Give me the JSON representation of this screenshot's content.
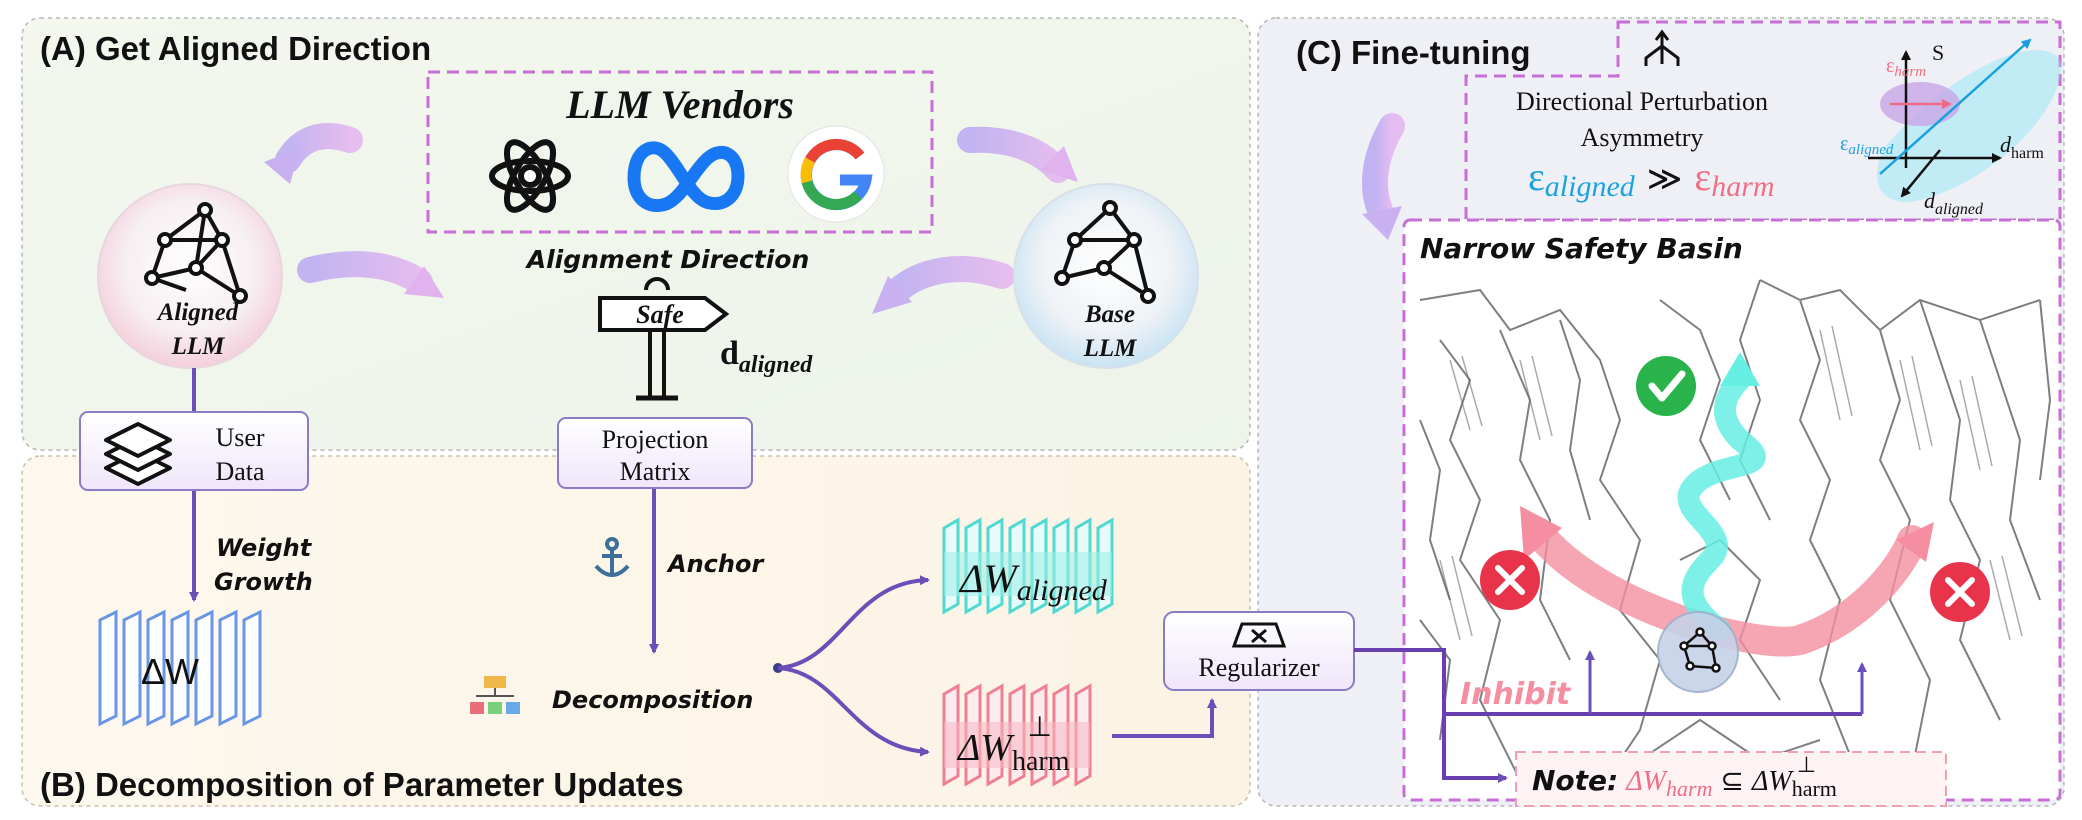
{
  "panels": {
    "a_title": "(A) Get Aligned Direction",
    "b_title": "(B) Decomposition of Parameter Updates",
    "c_title": "(C) Fine-tuning"
  },
  "vendors": {
    "title": "LLM Vendors",
    "logos": [
      "openai-logo",
      "meta-logo",
      "google-logo"
    ]
  },
  "aligned_llm": {
    "line1": "Aligned",
    "line2": "LLM"
  },
  "base_llm": {
    "line1": "Base",
    "line2": "LLM"
  },
  "alignment_direction": {
    "label": "Alignment Direction",
    "sign": "Safe",
    "d_symbol": "d",
    "d_sub": "aligned"
  },
  "user_data": {
    "line1": "User",
    "line2": "Data"
  },
  "projection_matrix": {
    "line1": "Projection",
    "line2": "Matrix"
  },
  "flow": {
    "weight_growth_1": "Weight",
    "weight_growth_2": "Growth",
    "anchor": "Anchor",
    "decomposition": "Decomposition"
  },
  "weights": {
    "delta_w": "ΔW",
    "aligned_base": "ΔW",
    "aligned_sub": "aligned",
    "harm_base": "ΔW",
    "harm_sub": "harm",
    "harm_sup": "⊥"
  },
  "regularizer": {
    "label": "Regularizer"
  },
  "perturbation": {
    "line1": "Directional Perturbation",
    "line2": "Asymmetry",
    "eps_aligned": "ε",
    "eps_aligned_sub": "aligned",
    "much_greater": "≫",
    "eps_harm": "ε",
    "eps_harm_sub": "harm",
    "axis_s": "S",
    "axis_eps_harm": "ε",
    "axis_eps_harm_sub": "harm",
    "axis_eps_aligned": "ε",
    "axis_eps_aligned_sub": "aligned",
    "axis_d_harm": "d",
    "axis_d_harm_sub": "harm",
    "axis_d_aligned": "d",
    "axis_d_aligned_sub": "aligned"
  },
  "basin": {
    "title": "Narrow Safety Basin",
    "inhibit": "Inhibit",
    "note_label": "Note:",
    "note_lhs": "ΔW",
    "note_lhs_sub": "harm",
    "note_subset": "⊆",
    "note_rhs": "ΔW",
    "note_rhs_sub": "harm",
    "note_rhs_sup": "⊥"
  },
  "colors": {
    "panel_a_bg": "#eef5ea",
    "panel_b_bg": "#fdf6e8",
    "panel_c_bg": "#eef0f6",
    "dash_purple": "#c86fd6",
    "arrow_purple": "#6a4fb8",
    "aligned_cyan": "#4fd9d2",
    "harm_pink": "#ef7f95",
    "blue_weights": "#6a96e8"
  }
}
